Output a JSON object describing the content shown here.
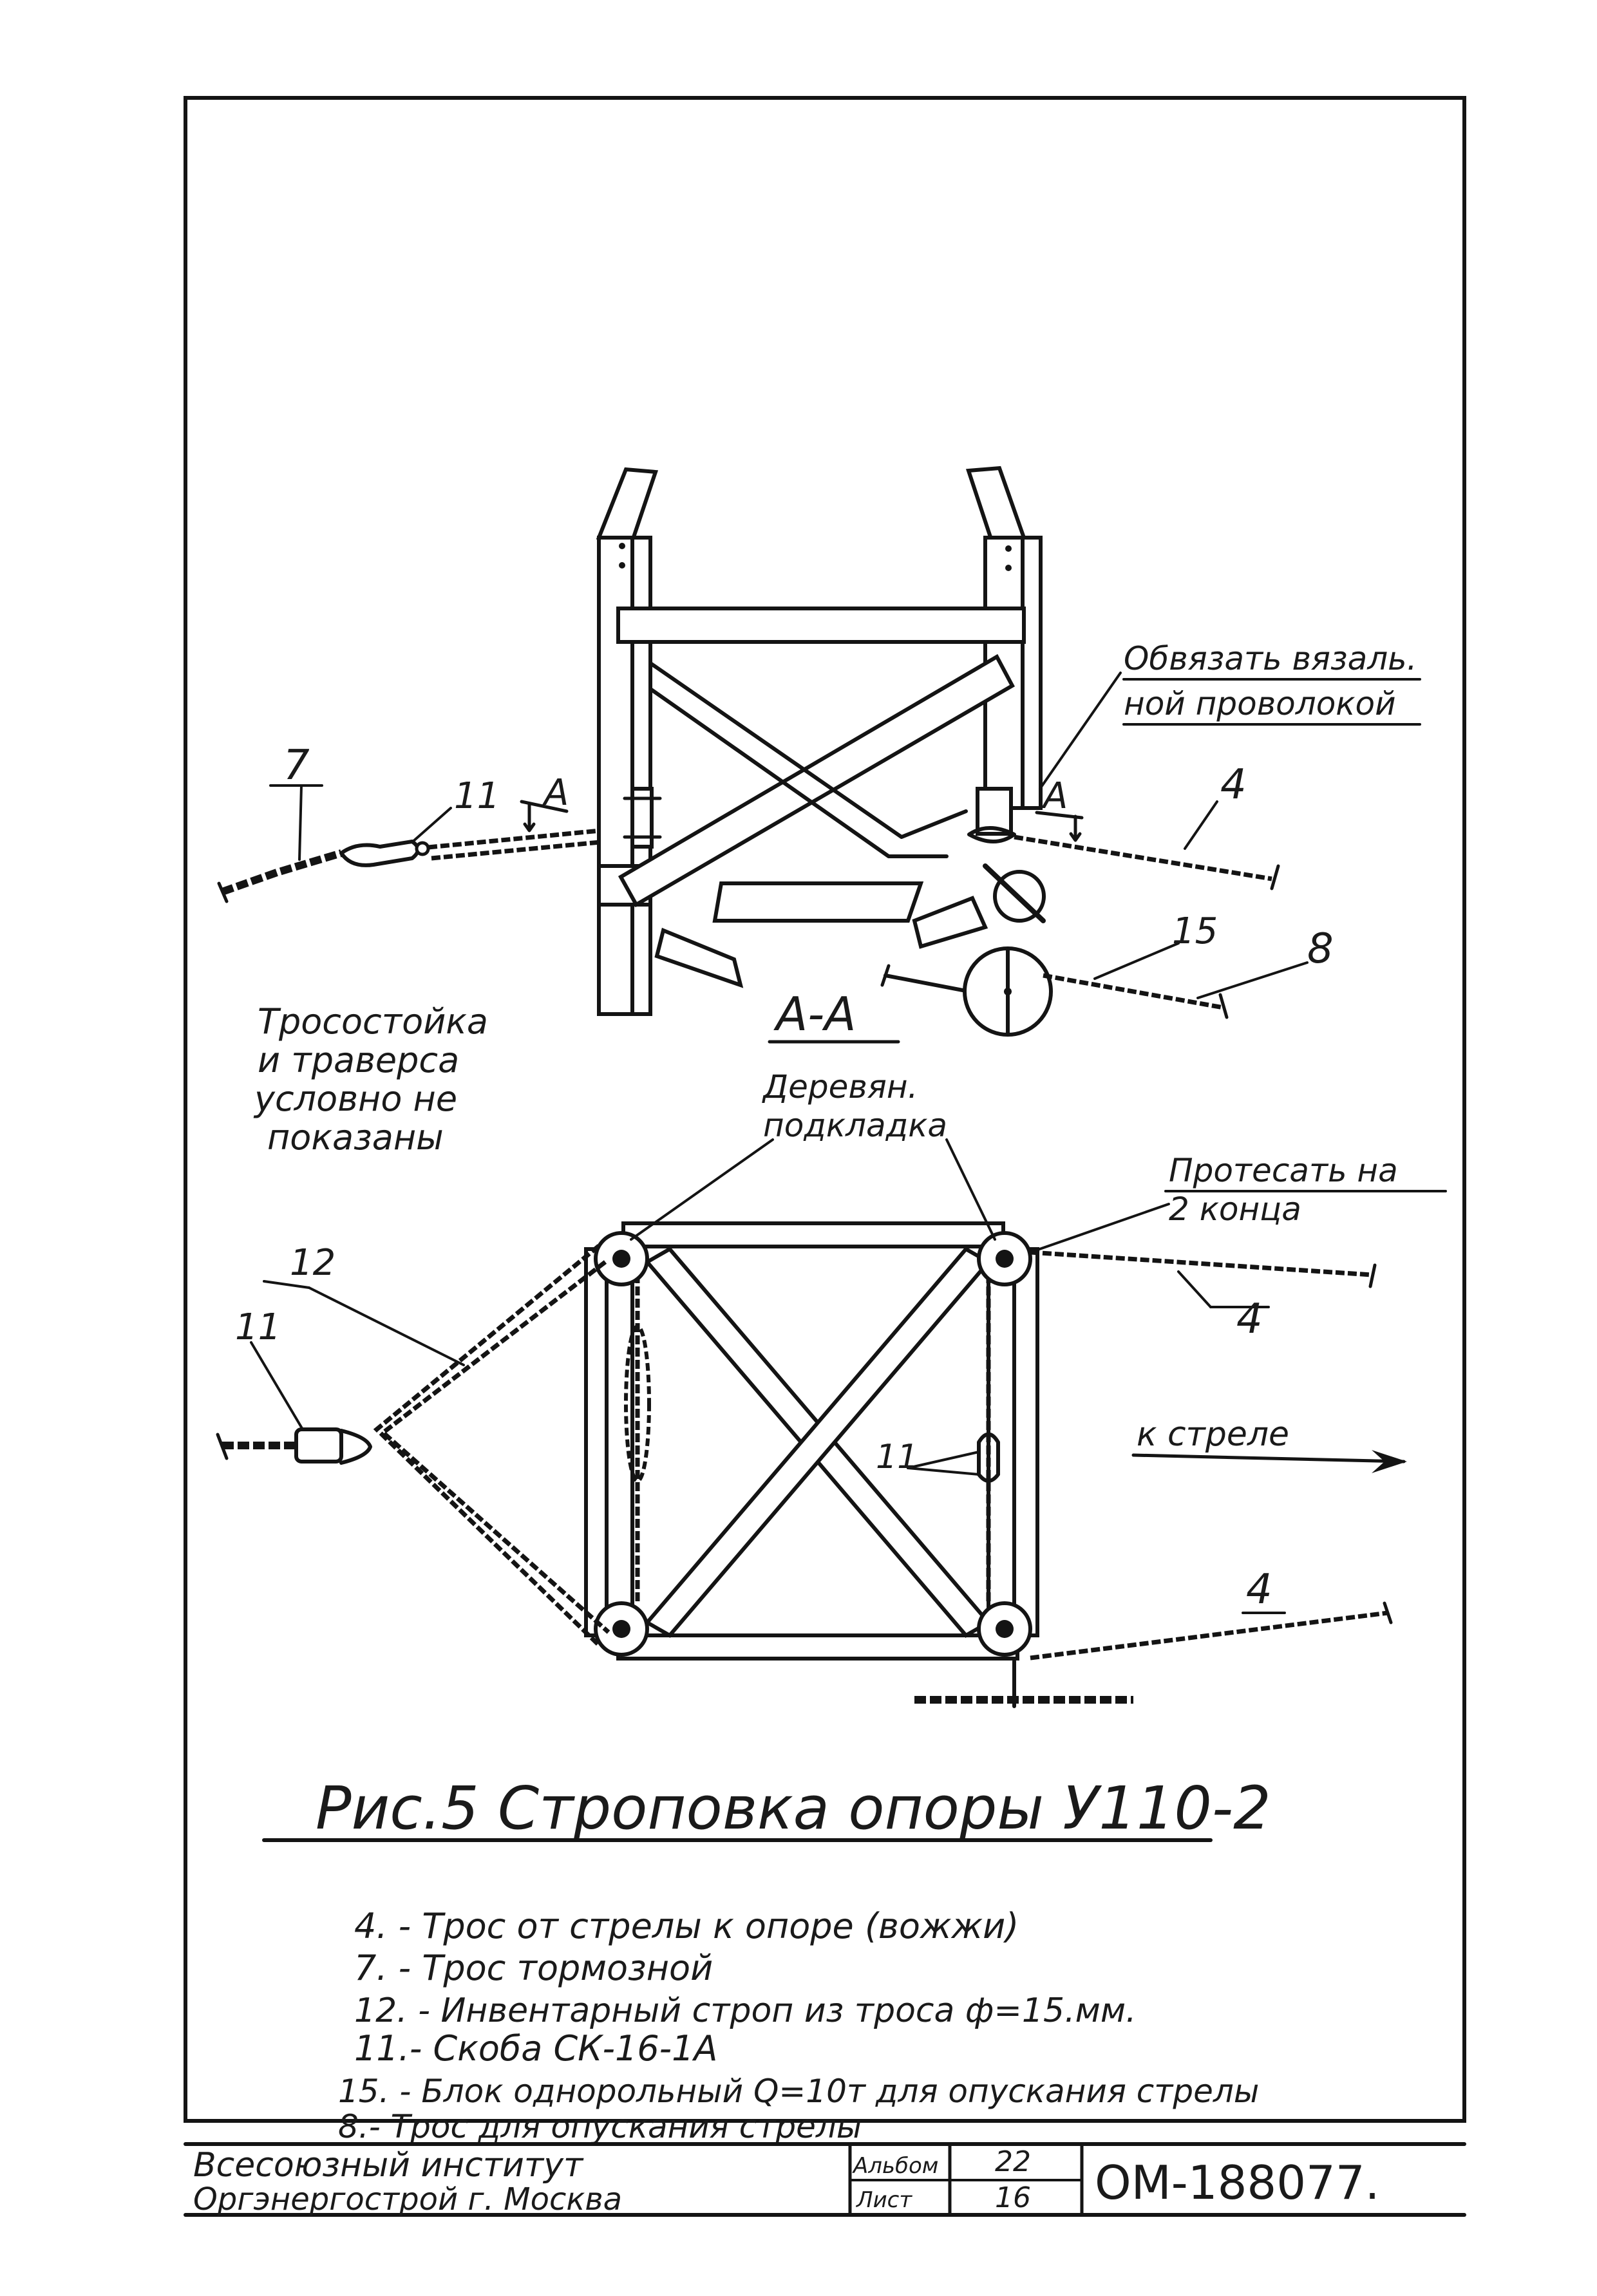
{
  "drawing": {
    "top_view": {
      "labels": {
        "n7": "7",
        "n11": "11",
        "sectionA_left": "А",
        "sectionA_right": "А",
        "n4": "4",
        "n15": "15",
        "n8": "8",
        "tie_note_line1": "Обвязать вязаль.",
        "tie_note_line2": "ной проволокой",
        "section_name": "А-А"
      }
    },
    "note_not_shown": [
      "Тросостойка",
      "и траверса",
      "условно не",
      "показаны"
    ],
    "section_view": {
      "labels": {
        "wood_pad_line1": "Деревян.",
        "wood_pad_line2": "подкладка",
        "trim_line1": "Протесать на",
        "trim_line2": "2 конца",
        "n12": "12",
        "n11_left": "11",
        "n11_mid": "11",
        "n4_top": "4",
        "n4_bottom": "4",
        "to_boom": "к стреле"
      }
    },
    "caption": "Рис.5 Строповка опоры У110-2",
    "legend": [
      "4. - Трос от стрелы к опоре (вожжи)",
      "7. - Трос тормозной",
      "12. - Инвентарный строп из троса ф=15.мм.",
      "11.- Скоба СК-16-1А",
      "15. - Блок однорольный Q=10т для опускания стрелы",
      "8.- Трос для опускания стрелы"
    ]
  },
  "title_block": {
    "organization_line1": "Всесоюзный институт",
    "organization_line2": "Оргэнергострой г. Москва",
    "albums_label": "Альбом",
    "albums_value": "22",
    "sheet_label": "Лист",
    "sheet_value": "16",
    "document_code": "ОМ-188077."
  }
}
